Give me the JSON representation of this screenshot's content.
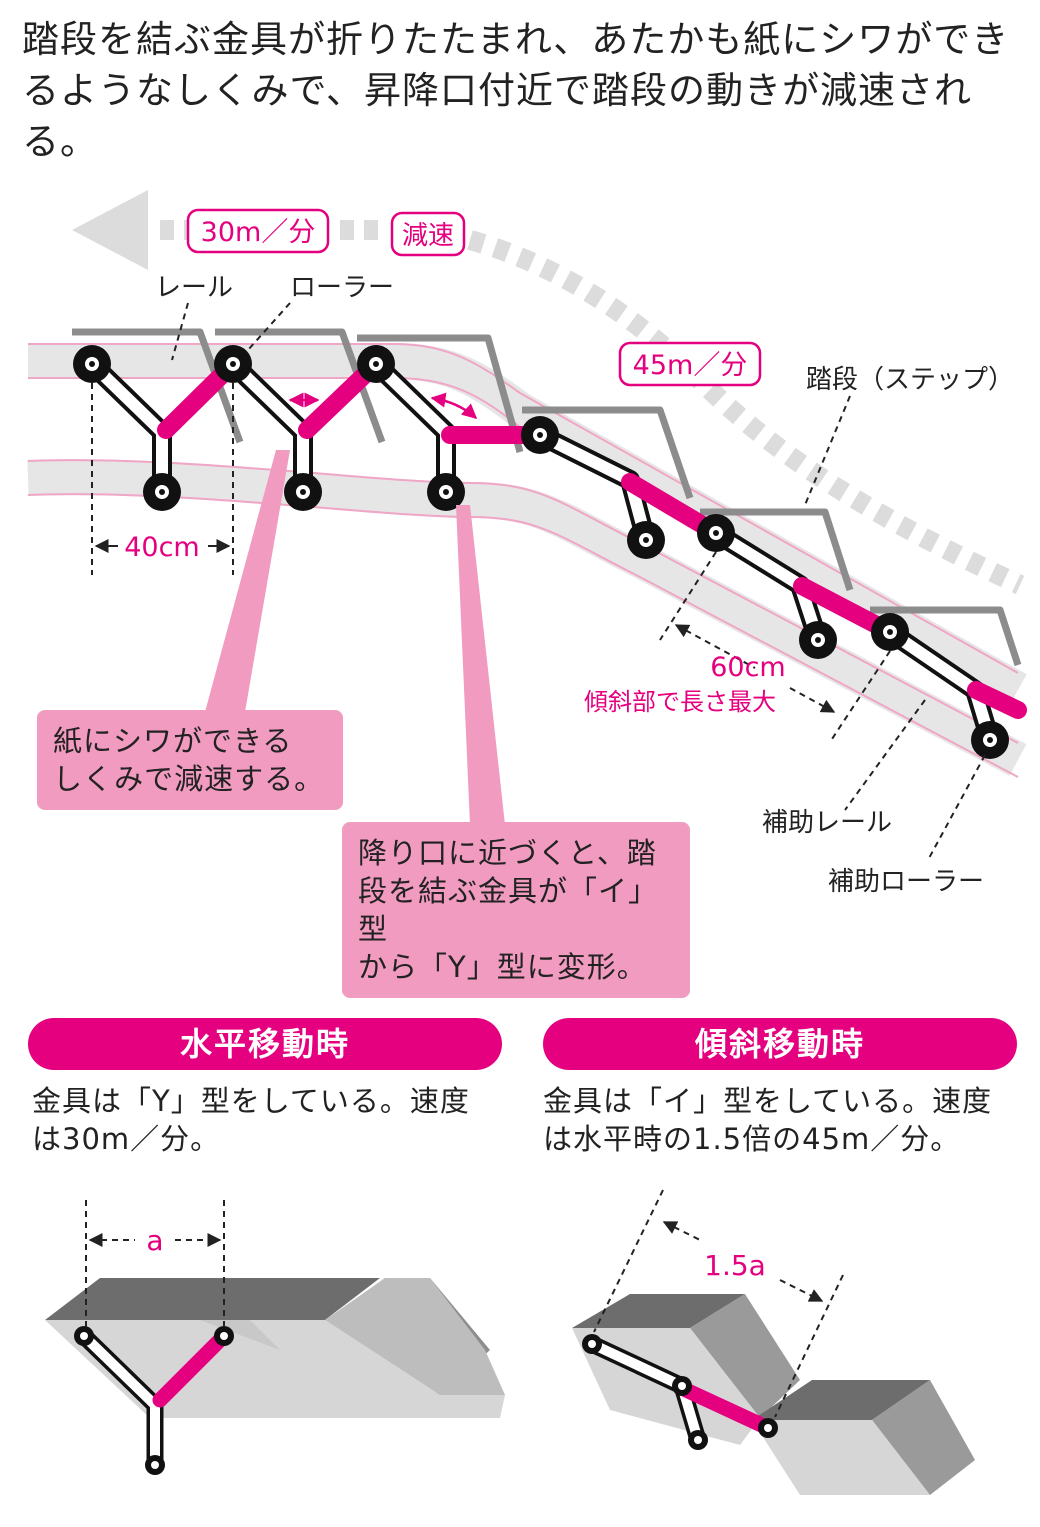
{
  "intro": [
    "踏段を結ぶ金具が折りたたまれ、あたかも紙にシワができ",
    "るようなしくみで、昇降口付近で踏段の動きが減速される。"
  ],
  "labels": {
    "speed_horizontal": "30m／分",
    "decel": "減速",
    "speed_incline": "45m／分",
    "rail": "レール",
    "roller": "ローラー",
    "step": "踏段（ステップ）",
    "pitch_horizontal": "40cm",
    "pitch_incline": "60cm",
    "pitch_incline_note": "傾斜部で長さ最大",
    "aux_rail": "補助レール",
    "aux_roller": "補助ローラー"
  },
  "callouts": {
    "wrinkle": [
      "紙にシワができる",
      "しくみで減速する。"
    ],
    "deform": [
      "降り口に近づくと、踏",
      "段を結ぶ金具が「イ」型",
      "から「Y」型に変形。"
    ]
  },
  "sections": {
    "horizontal": {
      "title": "水平移動時",
      "desc": [
        "金具は「Y」型をしている。速度",
        "は30m／分。"
      ],
      "dim": "a"
    },
    "incline": {
      "title": "傾斜移動時",
      "desc": [
        "金具は「イ」型をしている。速度",
        "は水平時の1.5倍の45m／分。"
      ],
      "dim": "1.5a"
    }
  },
  "colors": {
    "accent": "#e4007f",
    "callout": "#f09bbf",
    "rail": "#e6e6e6",
    "step_line": "#8c8c8c"
  }
}
